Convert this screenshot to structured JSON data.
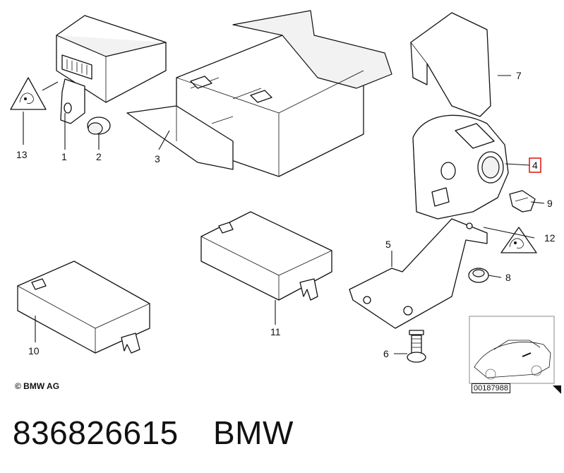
{
  "callouts": [
    {
      "id": "1",
      "label": "1"
    },
    {
      "id": "2",
      "label": "2"
    },
    {
      "id": "3",
      "label": "3"
    },
    {
      "id": "4",
      "label": "4",
      "highlighted": true
    },
    {
      "id": "5",
      "label": "5"
    },
    {
      "id": "6",
      "label": "6"
    },
    {
      "id": "7",
      "label": "7"
    },
    {
      "id": "8",
      "label": "8"
    },
    {
      "id": "9",
      "label": "9"
    },
    {
      "id": "10",
      "label": "10"
    },
    {
      "id": "11",
      "label": "11"
    },
    {
      "id": "12",
      "label": "12"
    },
    {
      "id": "13",
      "label": "13"
    }
  ],
  "copyright": "© BMW AG",
  "thumbnail_code": "00187988",
  "part_number": "836826615",
  "brand": "BMW",
  "highlight_color": "#e0201b"
}
